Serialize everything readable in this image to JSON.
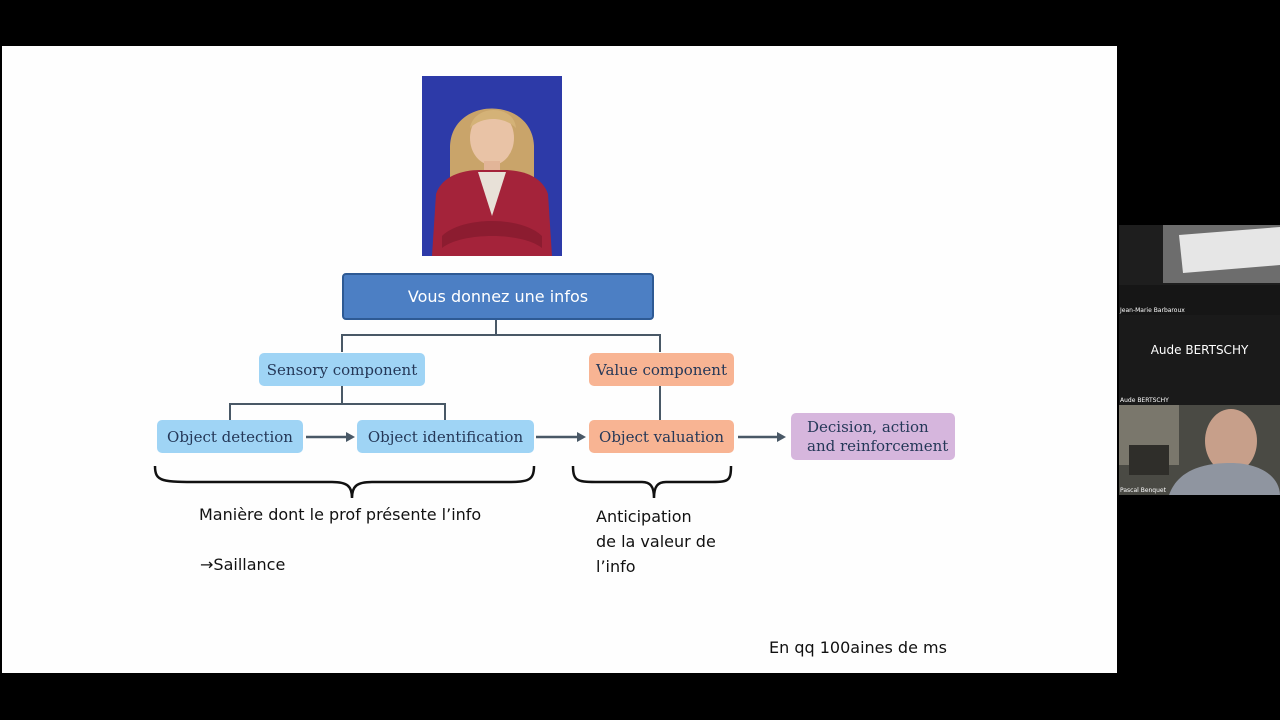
{
  "slide": {
    "root": "Vous donnez une infos",
    "sensory": "Sensory component",
    "value": "Value component",
    "detection": "Object detection",
    "identification": "Object identification",
    "valuation": "Object valuation",
    "decision_line1": "Decision, action",
    "decision_line2": "and reinforcement",
    "note_left": "Manière dont le prof présente l’info",
    "saillance": "→Saillance",
    "anticipation": [
      "Anticipation",
      "de la valeur de",
      "l’info"
    ],
    "timing": "En qq 100aines de ms"
  },
  "participants": [
    {
      "name": "Jean-Marie Barbaroux"
    },
    {
      "name": "Aude BERTSCHY",
      "center_label": "Aude BERTSCHY"
    },
    {
      "name": "Pascal Benquet"
    }
  ],
  "colors": {
    "root": "#4c7fc4",
    "sensory": "#9fd4f5",
    "value": "#f8b493",
    "decision": "#d6b6dd"
  }
}
